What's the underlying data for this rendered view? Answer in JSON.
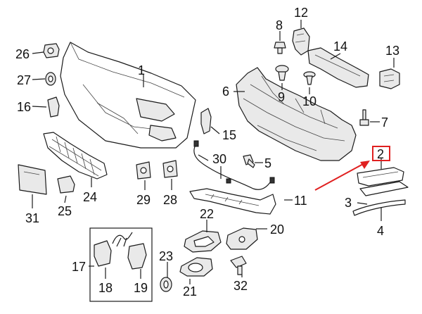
{
  "callouts": {
    "c1": "1",
    "c2": "2",
    "c3": "3",
    "c4": "4",
    "c5": "5",
    "c6": "6",
    "c7": "7",
    "c8": "8",
    "c9": "9",
    "c10": "10",
    "c11": "11",
    "c12": "12",
    "c13": "13",
    "c14": "14",
    "c15": "15",
    "c16": "16",
    "c17": "17",
    "c18": "18",
    "c19": "19",
    "c20": "20",
    "c21": "21",
    "c22": "22",
    "c23": "23",
    "c24": "24",
    "c25": "25",
    "c26": "26",
    "c27": "27",
    "c28": "28",
    "c29": "29",
    "c30": "30",
    "c31": "31",
    "c32": "32"
  },
  "highlight": {
    "color": "#e02020",
    "callout": "2"
  }
}
